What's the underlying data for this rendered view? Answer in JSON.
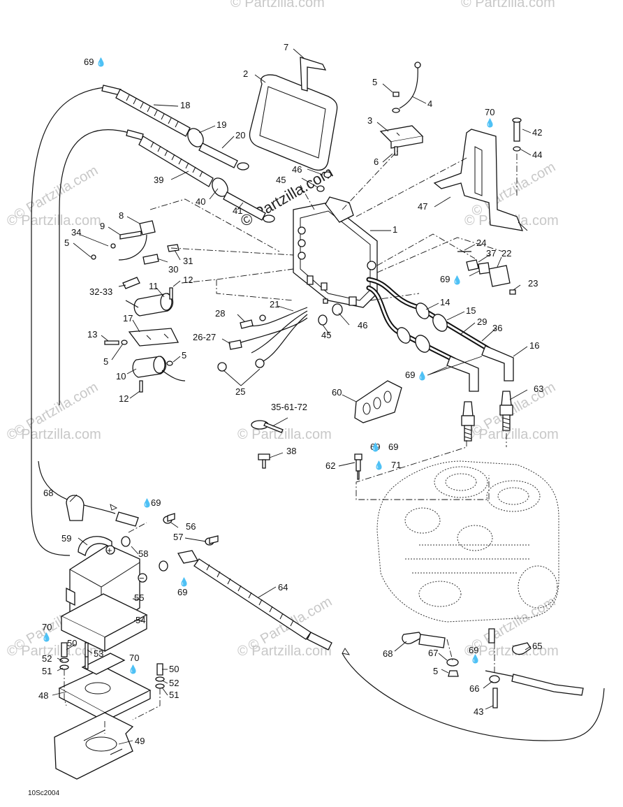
{
  "drawing_code": "10Sc2004",
  "watermark": "© Partzilla.com",
  "watermark_center": "© Partzilla.com",
  "drop_symbol": "💧",
  "callouts": [
    {
      "text": "1"
    },
    {
      "text": "2"
    },
    {
      "text": "3"
    },
    {
      "text": "4"
    },
    {
      "text": "5"
    },
    {
      "text": "5"
    },
    {
      "text": "5"
    },
    {
      "text": "5"
    },
    {
      "text": "5"
    },
    {
      "text": "6"
    },
    {
      "text": "7"
    },
    {
      "text": "8"
    },
    {
      "text": "9"
    },
    {
      "text": "10"
    },
    {
      "text": "11"
    },
    {
      "text": "12"
    },
    {
      "text": "12"
    },
    {
      "text": "13"
    },
    {
      "text": "14"
    },
    {
      "text": "15"
    },
    {
      "text": "16"
    },
    {
      "text": "17"
    },
    {
      "text": "18"
    },
    {
      "text": "19"
    },
    {
      "text": "20"
    },
    {
      "text": "21"
    },
    {
      "text": "22"
    },
    {
      "text": "23"
    },
    {
      "text": "24"
    },
    {
      "text": "25"
    },
    {
      "text": "26-27"
    },
    {
      "text": "28"
    },
    {
      "text": "29"
    },
    {
      "text": "30"
    },
    {
      "text": "31"
    },
    {
      "text": "32-33"
    },
    {
      "text": "34"
    },
    {
      "text": "35-61-72"
    },
    {
      "text": "36"
    },
    {
      "text": "37"
    },
    {
      "text": "38"
    },
    {
      "text": "39"
    },
    {
      "text": "40"
    },
    {
      "text": "41"
    },
    {
      "text": "42"
    },
    {
      "text": "43"
    },
    {
      "text": "44"
    },
    {
      "text": "45"
    },
    {
      "text": "45"
    },
    {
      "text": "46"
    },
    {
      "text": "46"
    },
    {
      "text": "47"
    },
    {
      "text": "48"
    },
    {
      "text": "49"
    },
    {
      "text": "50"
    },
    {
      "text": "50"
    },
    {
      "text": "51"
    },
    {
      "text": "51"
    },
    {
      "text": "52"
    },
    {
      "text": "52"
    },
    {
      "text": "53"
    },
    {
      "text": "54"
    },
    {
      "text": "55"
    },
    {
      "text": "56"
    },
    {
      "text": "57"
    },
    {
      "text": "58"
    },
    {
      "text": "59"
    },
    {
      "text": "60"
    },
    {
      "text": "62"
    },
    {
      "text": "63"
    },
    {
      "text": "64"
    },
    {
      "text": "65"
    },
    {
      "text": "66"
    },
    {
      "text": "67"
    },
    {
      "text": "68"
    },
    {
      "text": "68"
    },
    {
      "text": "69"
    },
    {
      "text": "69"
    },
    {
      "text": "69"
    },
    {
      "text": "69"
    },
    {
      "text": "69"
    },
    {
      "text": "69"
    },
    {
      "text": "69"
    },
    {
      "text": "69"
    },
    {
      "text": "70"
    },
    {
      "text": "70"
    },
    {
      "text": "70"
    },
    {
      "text": "71"
    }
  ],
  "polarity": {
    "positive": "+",
    "negative": "−"
  }
}
